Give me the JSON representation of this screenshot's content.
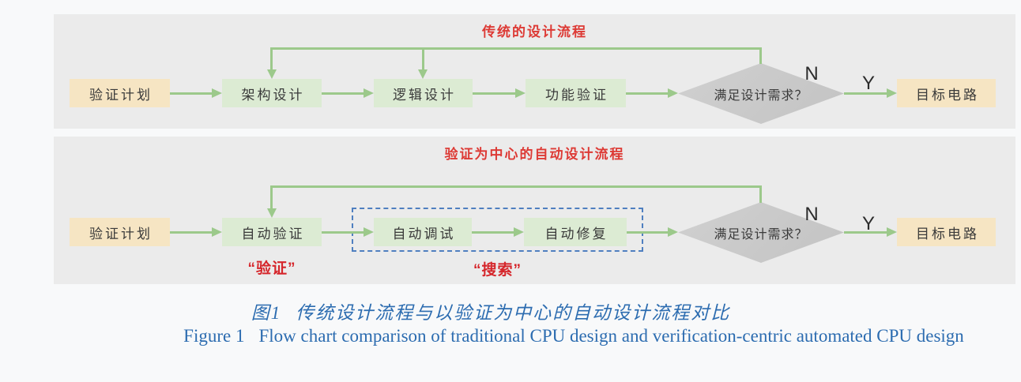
{
  "colors": {
    "panel_bg": "#ebebeb",
    "terminal_fill": "#f6e5c3",
    "process_fill": "#dcebd3",
    "decision_fill": "#c9c9c9",
    "arrow_green": "#9cc98b",
    "title_red": "#dd3a35",
    "annotation_red": "#d5262b",
    "dashed_blue": "#4f7fc0",
    "caption_blue": "#2c6cb0"
  },
  "panel_traditional": {
    "title": "传统的设计流程",
    "nodes": {
      "plan": "验证计划",
      "arch": "架构设计",
      "logic": "逻辑设计",
      "verify": "功能验证",
      "decision": "满足设计需求？",
      "target": "目标电路"
    },
    "no_label": "N",
    "yes_label": "Y"
  },
  "panel_automated": {
    "title": "验证为中心的自动设计流程",
    "nodes": {
      "plan": "验证计划",
      "auto_verify": "自动验证",
      "auto_debug": "自动调试",
      "auto_repair": "自动修复",
      "decision": "满足设计需求？",
      "target": "目标电路"
    },
    "annotations": {
      "verify": "“验证”",
      "search": "“搜索”"
    },
    "no_label": "N",
    "yes_label": "Y"
  },
  "caption": {
    "zh_label": "图1",
    "zh_text": "传统设计流程与以验证为中心的自动设计流程对比",
    "en_label": "Figure 1",
    "en_text": "Flow chart comparison of traditional CPU design and verification-centric automated CPU design"
  }
}
